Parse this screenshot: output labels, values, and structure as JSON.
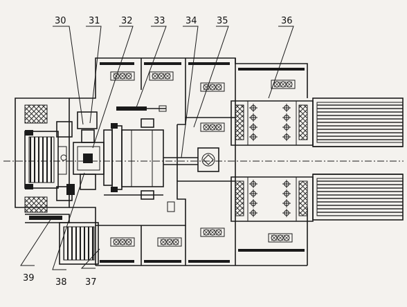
{
  "diagram": {
    "callouts": [
      {
        "id": "c30",
        "text": "30"
      },
      {
        "id": "c31",
        "text": "31"
      },
      {
        "id": "c32",
        "text": "32"
      },
      {
        "id": "c33",
        "text": "33"
      },
      {
        "id": "c34",
        "text": "34"
      },
      {
        "id": "c35",
        "text": "35"
      },
      {
        "id": "c36",
        "text": "36"
      },
      {
        "id": "c37",
        "text": "37"
      },
      {
        "id": "c38",
        "text": "38"
      },
      {
        "id": "c39",
        "text": "39"
      }
    ]
  },
  "colors": {
    "ink": "#1a1a1a",
    "paper": "#f4f2ee"
  }
}
